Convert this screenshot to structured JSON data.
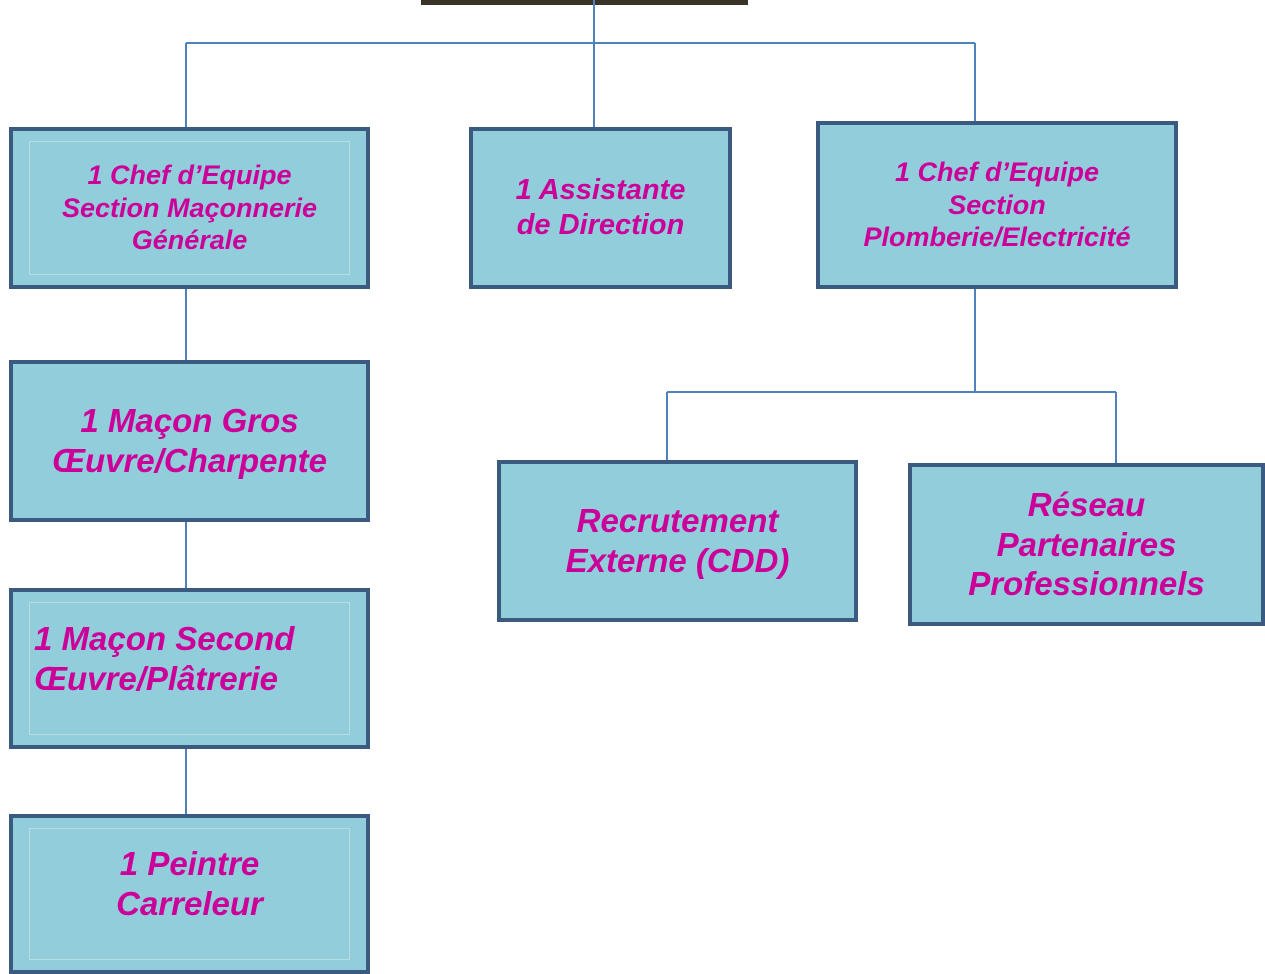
{
  "colors": {
    "box_fill": "#92cddc",
    "box_border": "#3b5a7f",
    "text": "#cc0099",
    "connector": "#4f81bd"
  },
  "boxes": {
    "chef_maconnerie": "1 Chef d’Equipe\nSection Maçonnerie\nGénérale",
    "assistante": "1 Assistante\nde Direction",
    "chef_plomberie": "1 Chef d’Equipe\nSection\nPlomberie/Electricité",
    "macon_gros": "1 Maçon Gros\nŒuvre/Charpente",
    "macon_second": "1 Maçon Second\nŒuvre/Plâtrerie",
    "peintre": "1 Peintre\nCarreleur",
    "recrutement": "Recrutement\nExterne (CDD)",
    "reseau": "Réseau\nPartenaires\nProfessionnels"
  }
}
